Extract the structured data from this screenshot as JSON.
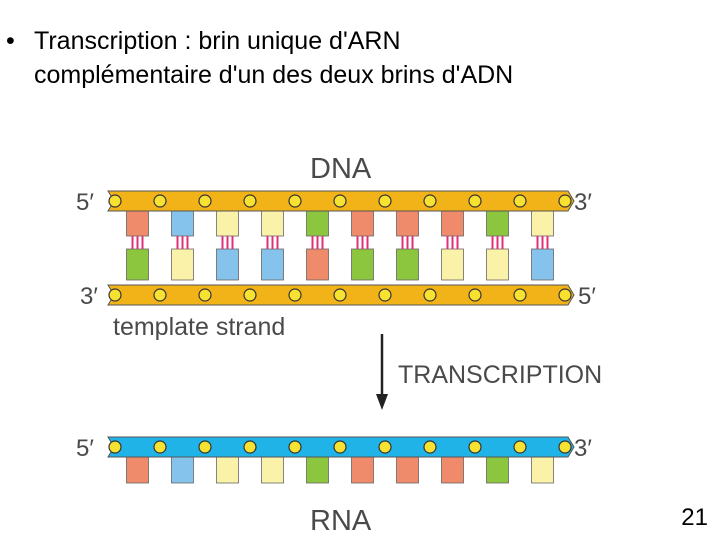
{
  "slide": {
    "bullet_symbol": "•",
    "bullet_line1": "Transcription : brin unique d'ARN",
    "bullet_line2": "complémentaire d'un des deux brins d'ADN",
    "page_number": "21"
  },
  "diagram": {
    "dna_label": "DNA",
    "rna_label": "RNA",
    "template_label": "template strand",
    "process_label": "TRANSCRIPTION",
    "end_5": "5′",
    "end_3": "3′",
    "top_strand_bases": [
      "orange",
      "blue",
      "yellow",
      "yellow",
      "green",
      "orange",
      "orange",
      "orange",
      "green",
      "yellow"
    ],
    "template_strand_bases": [
      "green",
      "yellow",
      "blue",
      "blue",
      "orange",
      "green",
      "green",
      "yellow",
      "yellow",
      "blue"
    ],
    "rna_bases": [
      "orange",
      "blue",
      "yellow",
      "yellow",
      "green",
      "orange",
      "orange",
      "orange",
      "green",
      "yellow"
    ],
    "colors": {
      "dna_backbone": "#f2b319",
      "rna_backbone": "#1fb3e8",
      "phosphate": "#f7e232",
      "base_orange": "#ef8a6a",
      "base_blue": "#85c3ec",
      "base_yellow": "#f9f2a8",
      "base_green": "#8cc63f",
      "hbond": "#e0307a",
      "text": "#4a4a4a"
    }
  }
}
